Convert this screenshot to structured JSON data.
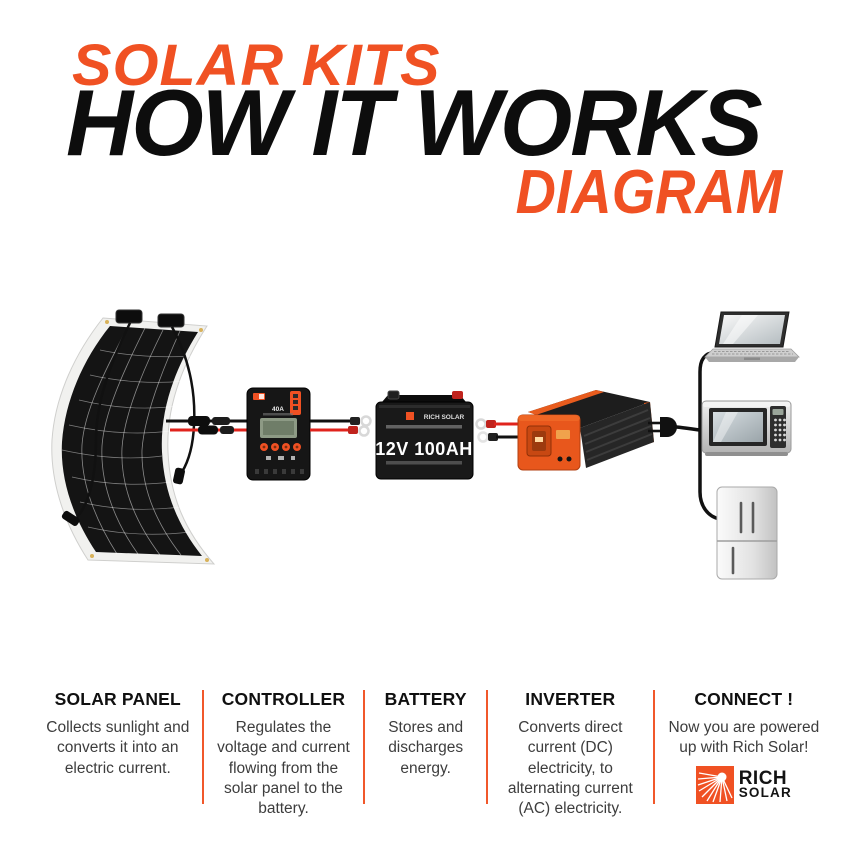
{
  "title": {
    "kicker": "SOLAR KITS",
    "main": "HOW IT WORKS",
    "sub": "DIAGRAM"
  },
  "colors": {
    "accent_orange": "#F05123",
    "divider_orange": "#F1582B",
    "wire_red": "#E0231C",
    "wire_black": "#111111",
    "headline_black": "#0D0D0D",
    "body_text": "#3D3D3D"
  },
  "diagram": {
    "solar_panel": {
      "name": "flexible solar panel"
    },
    "controller": {
      "label": "40A"
    },
    "battery": {
      "brand": "RICH SOLAR",
      "label": "12V 100AH"
    },
    "inverter": {
      "name": "power inverter"
    },
    "plug": {
      "name": "AC plug"
    },
    "appliances": [
      "laptop",
      "microwave",
      "refrigerator"
    ]
  },
  "legend": {
    "columns": [
      {
        "heading": "SOLAR PANEL",
        "body": "Collects sunlight and converts it into an electric current."
      },
      {
        "heading": "CONTROLLER",
        "body": "Regulates the voltage and current flowing from the solar panel to the battery."
      },
      {
        "heading": "BATTERY",
        "body": "Stores and discharges energy."
      },
      {
        "heading": "INVERTER",
        "body": "Converts direct current (DC) electricity, to alternating current (AC) electricity."
      },
      {
        "heading": "CONNECT !",
        "body": "Now you are powered up with Rich Solar!",
        "logo": {
          "line1": "RICH",
          "line2": "SOLAR"
        }
      }
    ]
  }
}
